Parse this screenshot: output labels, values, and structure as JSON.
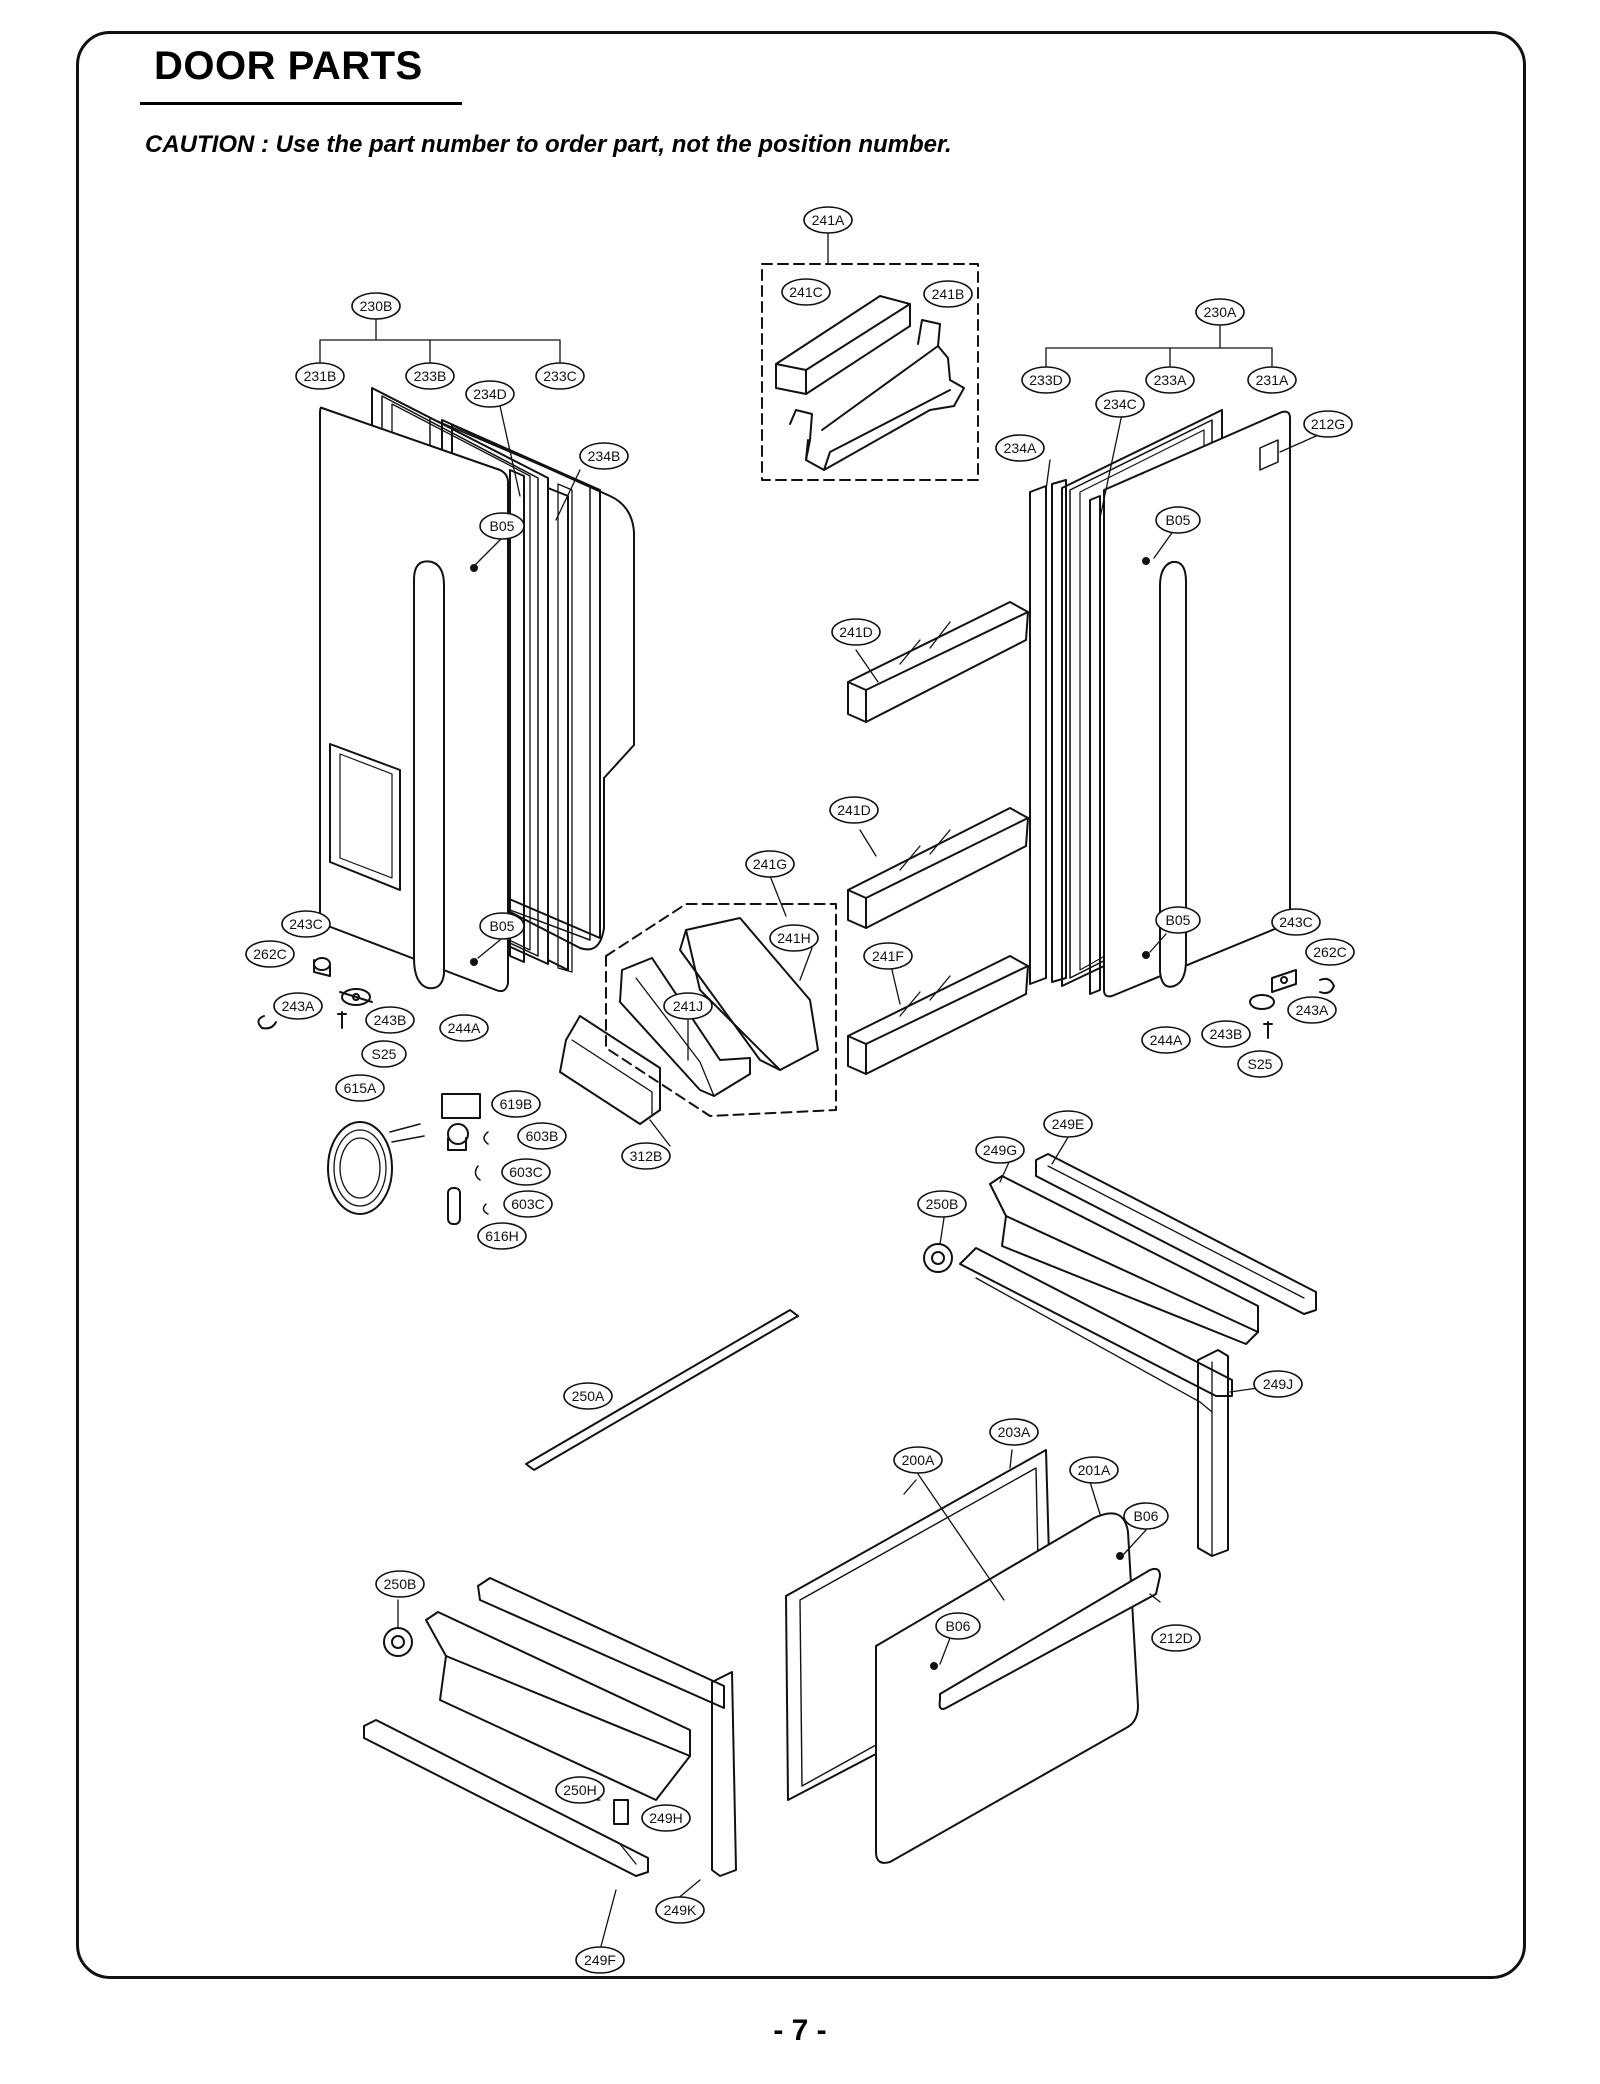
{
  "page": {
    "title": "DOOR PARTS",
    "caution": "CAUTION : Use the part number to order part, not the position number.",
    "page_number": "- 7 -"
  },
  "callouts": [
    "241A",
    "241C",
    "241B",
    "230B",
    "231B",
    "233B",
    "234D",
    "233C",
    "234B",
    "B05",
    "230A",
    "233D",
    "233A",
    "231A",
    "234C",
    "212G",
    "234A",
    "B05",
    "241D",
    "241D",
    "241G",
    "241H",
    "241J",
    "241F",
    "B05",
    "243C",
    "262C",
    "243A",
    "243B",
    "S25",
    "244A",
    "B05",
    "243C",
    "262C",
    "243A",
    "243B",
    "S25",
    "244A",
    "615A",
    "619B",
    "603B",
    "603C",
    "603C",
    "616H",
    "312B",
    "249E",
    "249G",
    "250B",
    "249J",
    "250A",
    "203A",
    "200A",
    "201A",
    "B06",
    "B06",
    "212D",
    "250B",
    "250H",
    "249H",
    "249K",
    "249F"
  ]
}
